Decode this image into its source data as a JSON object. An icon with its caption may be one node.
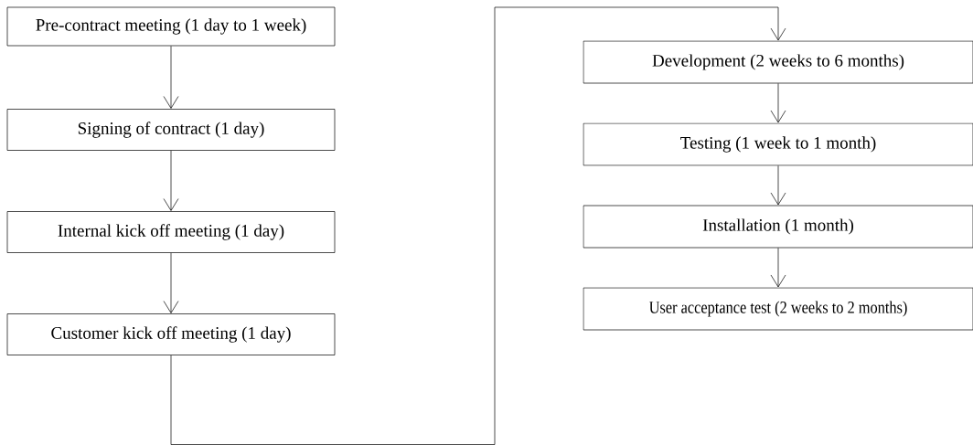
{
  "diagram": {
    "nodes": [
      {
        "text": [
          "Pre-contract meeting (1 day to 1 week)"
        ]
      },
      {
        "text": [
          "Signing of contract (1 day)"
        ]
      },
      {
        "text": [
          "Internal kick off meeting (1 day)"
        ]
      },
      {
        "text": [
          "Customer kick off meeting  (1 day)"
        ]
      },
      {
        "text": [
          "Development (2 weeks to 6 months)"
        ]
      },
      {
        "text": [
          "Testing (1 week to 1 month)"
        ]
      },
      {
        "text": [
          "Installation (1 month)"
        ]
      },
      {
        "text": [
          "User acceptance test (2 weeks to 2 months)"
        ]
      }
    ],
    "edges": [
      {
        "from": 0,
        "to": 1,
        "arrow": "to"
      },
      {
        "from": 1,
        "to": 2,
        "arrow": "to"
      },
      {
        "from": 2,
        "to": 3,
        "arrow": "to"
      },
      {
        "from": 3,
        "to": 4,
        "arrow": "to"
      },
      {
        "from": 4,
        "to": 5,
        "arrow": "to"
      },
      {
        "from": 5,
        "to": 6,
        "arrow": "to"
      },
      {
        "from": 6,
        "to": 7,
        "arrow": "to"
      }
    ]
  }
}
